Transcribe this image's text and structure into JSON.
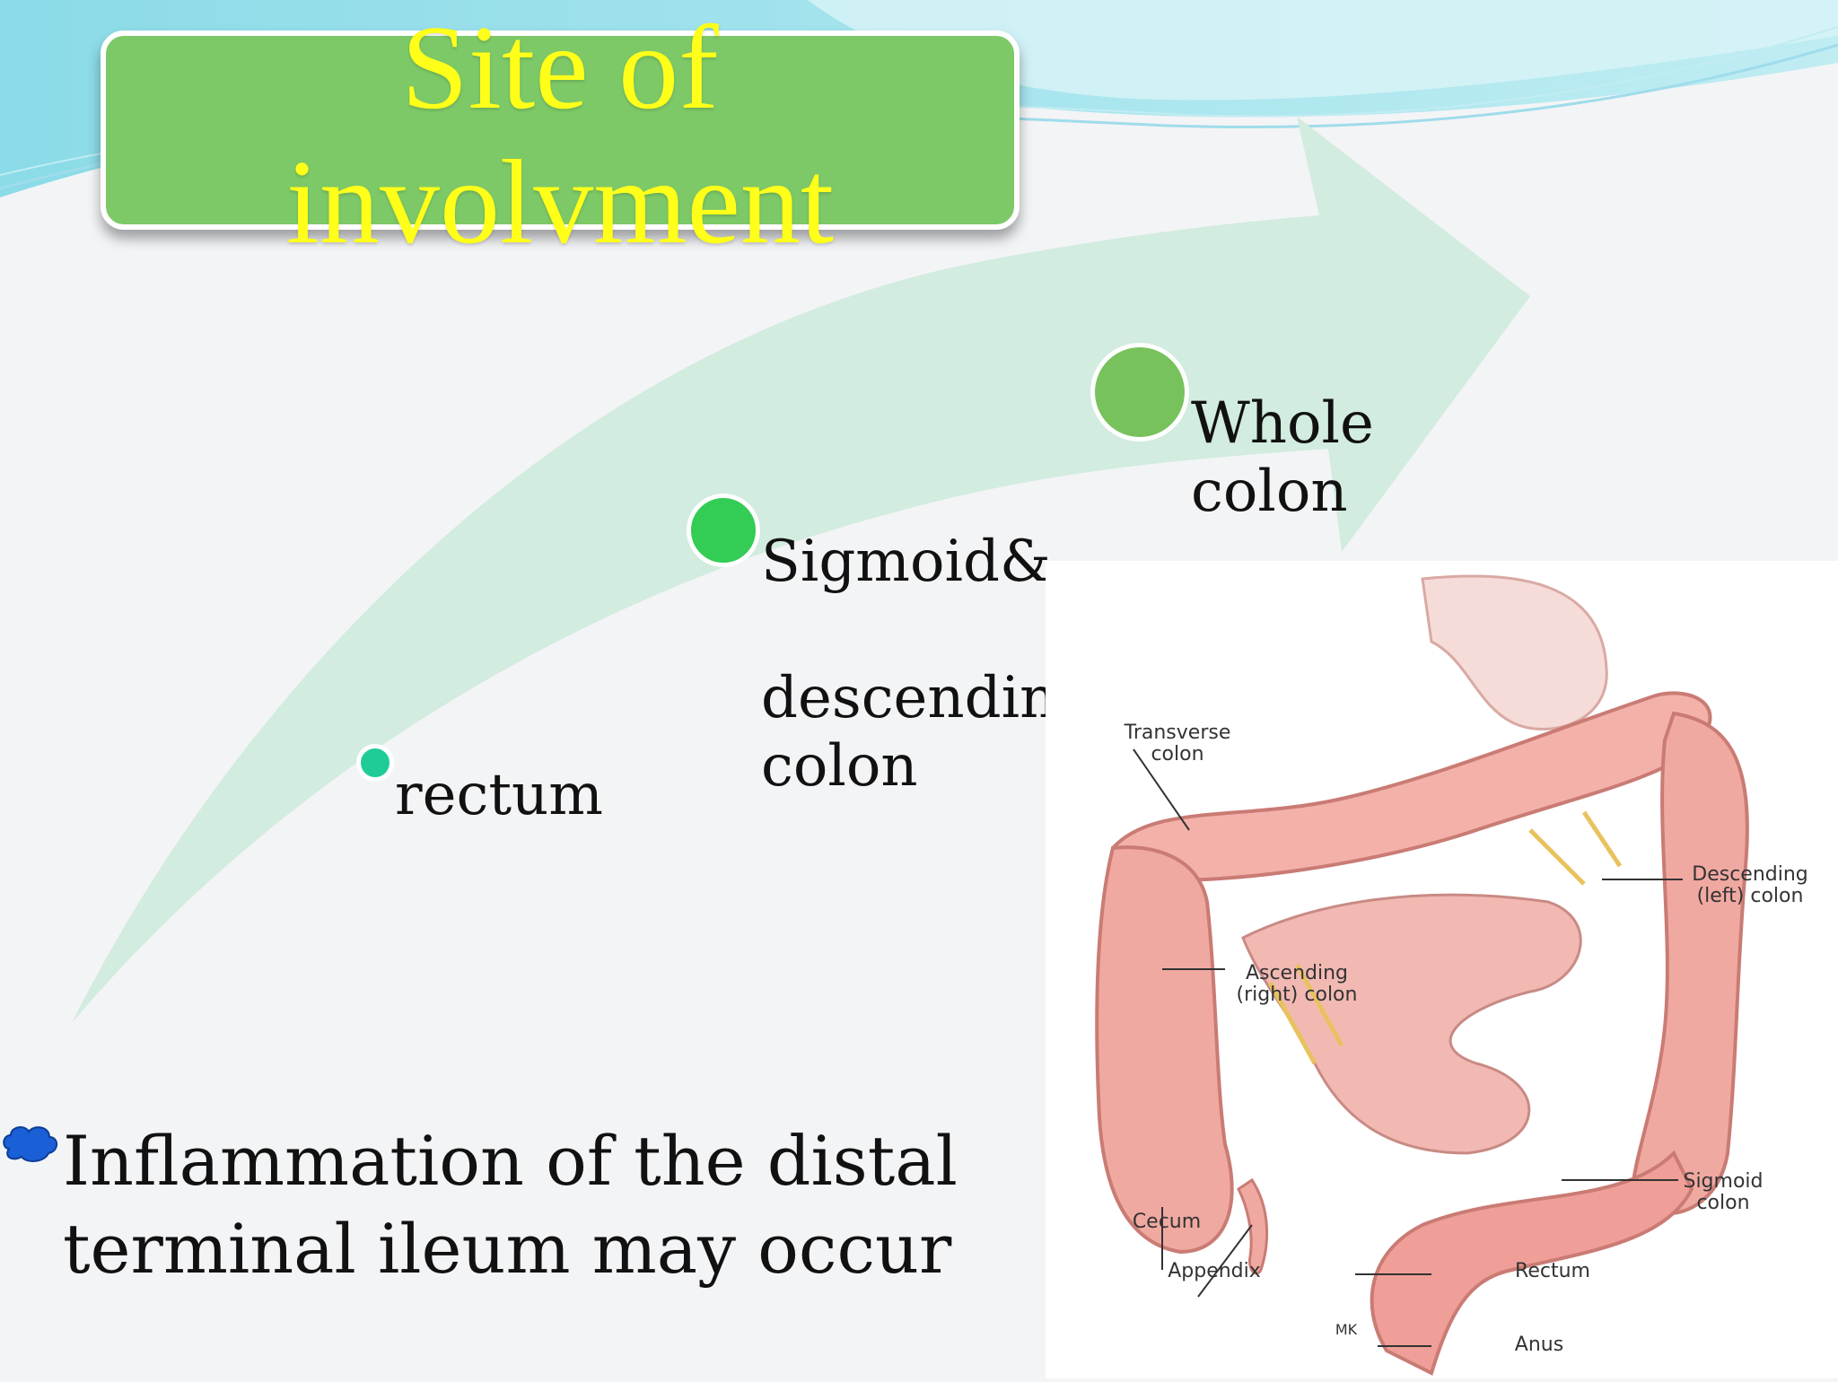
{
  "title": "Site of\ninvolvment",
  "stages": [
    {
      "label": "rectum"
    },
    {
      "label": "Sigmoid&\n\ndescending\ncolon"
    },
    {
      "label": "Whole\ncolon"
    }
  ],
  "bullet": {
    "text": "Inflammation of the distal terminal ileum may occur"
  },
  "anatomy_labels": {
    "transverse": "Transverse\ncolon",
    "descending": "Descending\n(left) colon",
    "ascending": "Ascending\n(right) colon",
    "sigmoid": "Sigmoid\ncolon",
    "cecum": "Cecum",
    "appendix": "Appendix",
    "rectum": "Rectum",
    "anus": "Anus",
    "signature": "MK"
  },
  "colors": {
    "title_bg": "#7dc967",
    "title_text": "#ffff1a",
    "arrow": "#d2ecdf",
    "dot_rectum": "#1fcc98",
    "dot_sigmoid": "#33cc55",
    "dot_whole": "#77c25c",
    "bullet": "#1a5fd6"
  }
}
